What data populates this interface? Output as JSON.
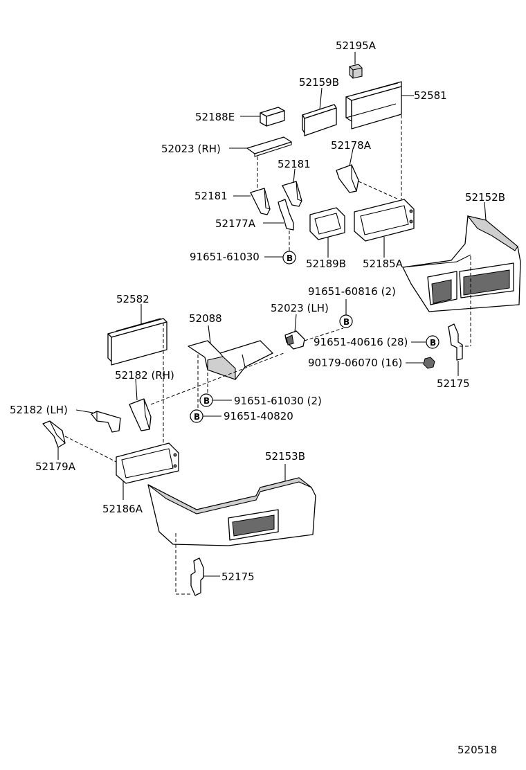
{
  "diagram_id": "520518",
  "bolt_marker": "B",
  "labels": {
    "l52195A": "52195A",
    "l52159B": "52159B",
    "l52581": "52581",
    "l52188E": "52188E",
    "l52023RH": "52023 (RH)",
    "l52178A": "52178A",
    "l52181a": "52181",
    "l52181b": "52181",
    "l52152B": "52152B",
    "l52177A": "52177A",
    "l91651_61030": "91651-61030",
    "l52189B": "52189B",
    "l52185A": "52185A",
    "l91651_60816": "91651-60816 (2)",
    "l52582": "52582",
    "l52088": "52088",
    "l52023LH": "52023 (LH)",
    "l91651_40616": "91651-40616 (28)",
    "l90179_06070": "90179-06070 (16)",
    "l52175a": "52175",
    "l52182RH": "52182 (RH)",
    "l91651_61030_2": "91651-61030 (2)",
    "l52182LH": "52182 (LH)",
    "l91651_40820": "91651-40820",
    "l52179A": "52179A",
    "l52153B": "52153B",
    "l52186A": "52186A",
    "l52175b": "52175"
  }
}
